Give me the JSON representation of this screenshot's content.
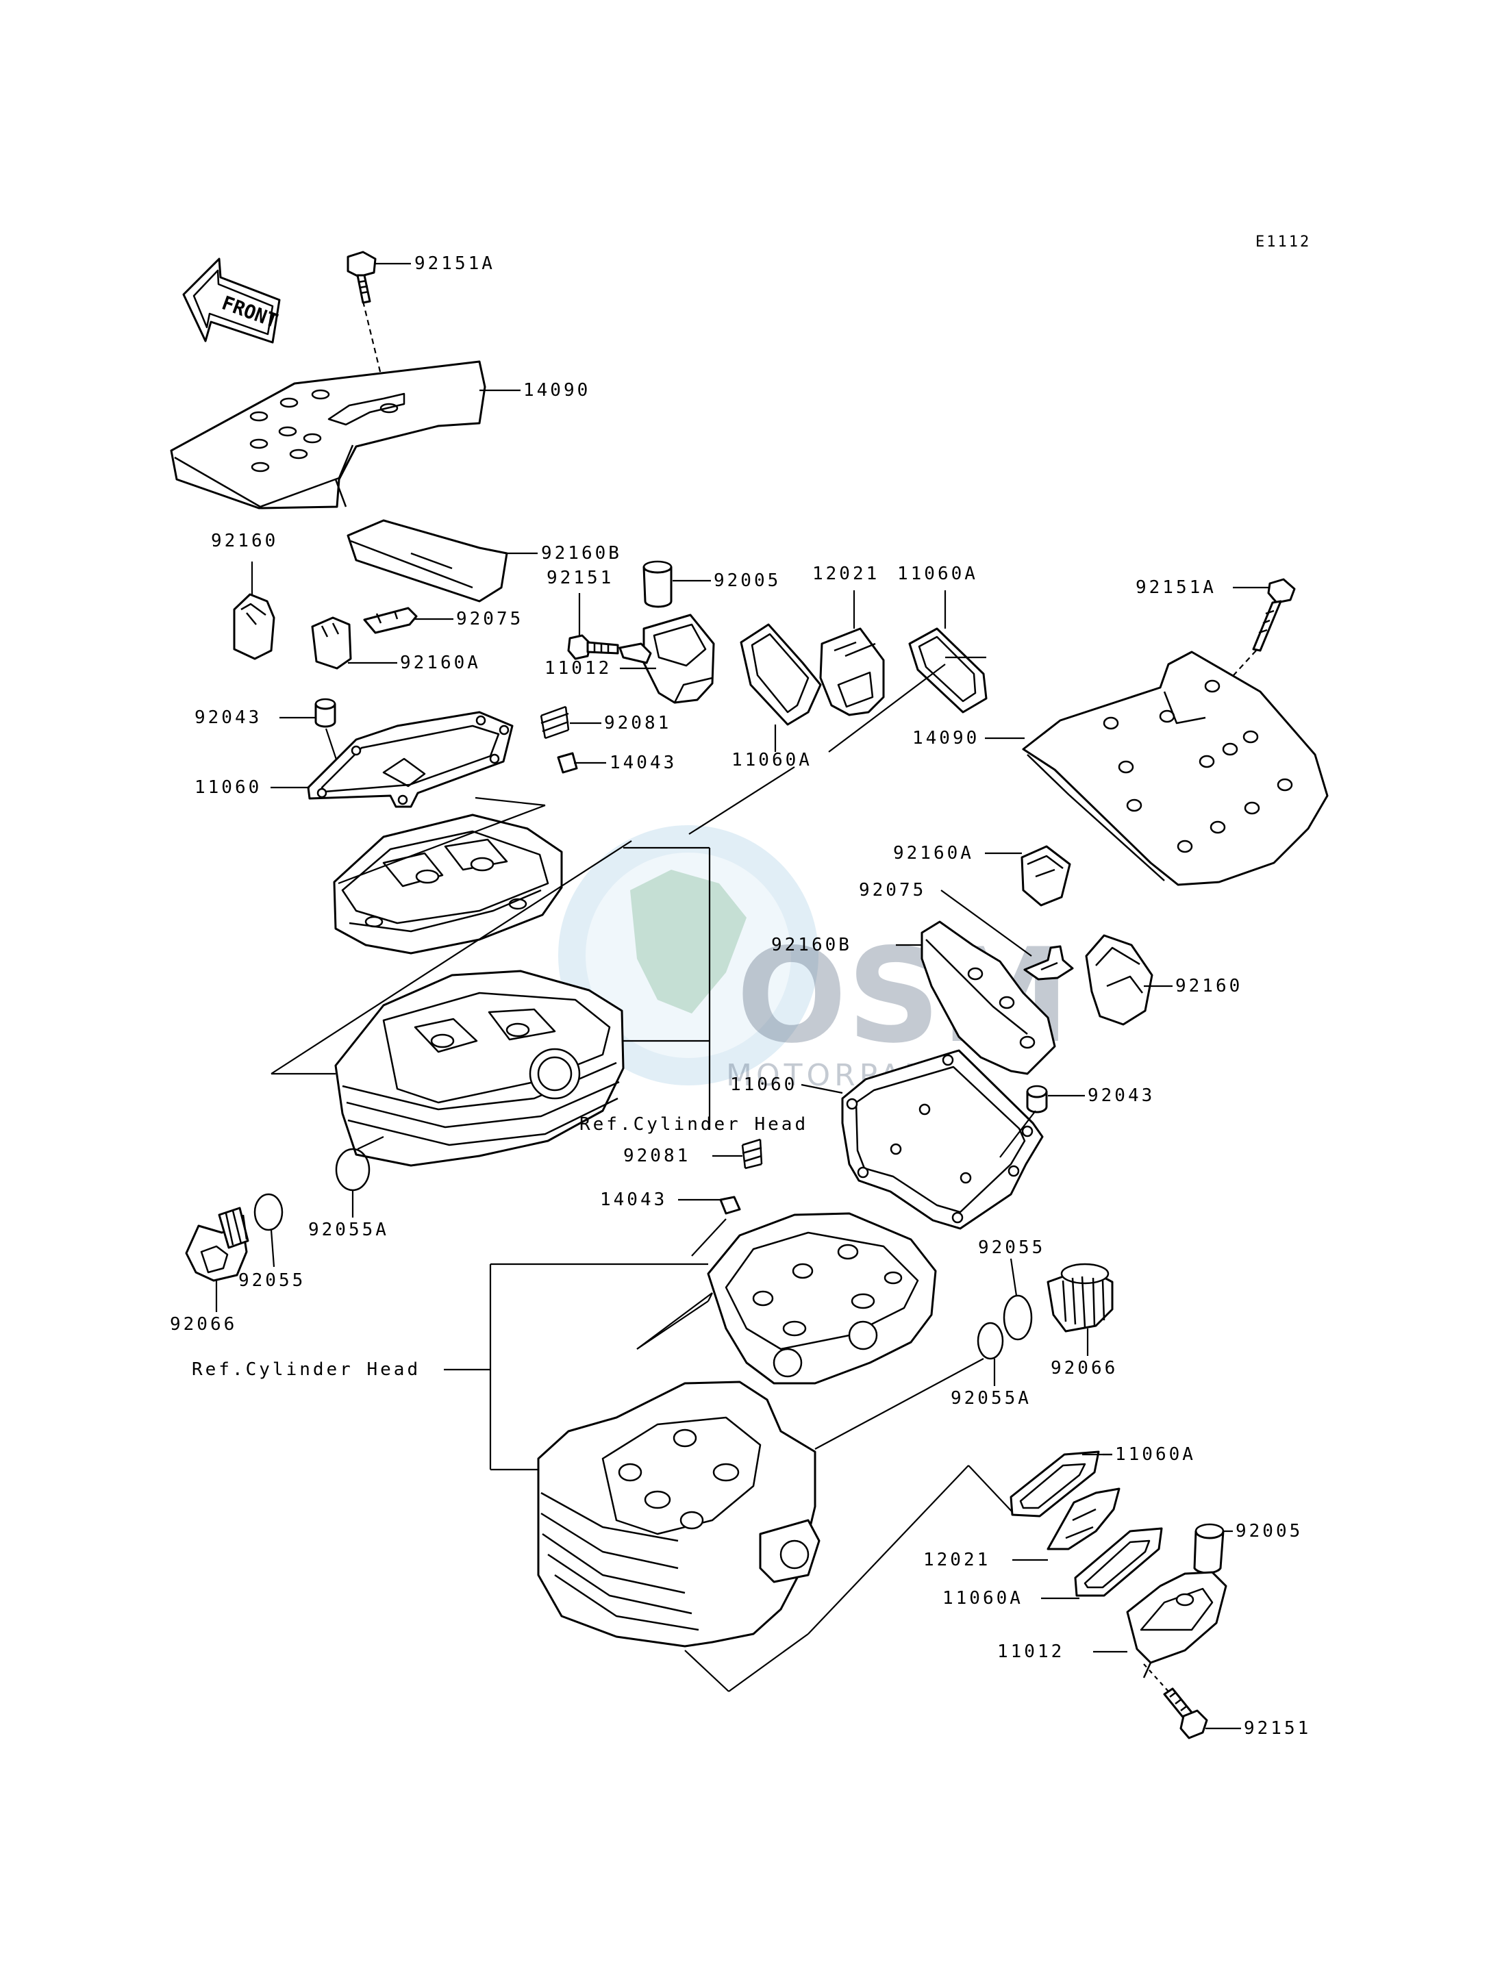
{
  "diagram_code": "E1112",
  "front_marker": "FRONT",
  "watermark": {
    "brand": "OSM",
    "sub": "MOTORPARTS"
  },
  "labels": {
    "l_92151A_top": "92151A",
    "l_14090_top": "14090",
    "l_92160_left": "92160",
    "l_92160B_top": "92160B",
    "l_92075_top": "92075",
    "l_92160A_top": "92160A",
    "l_92151_top": "92151",
    "l_92005_top": "92005",
    "l_11012_top": "11012",
    "l_12021_top": "12021",
    "l_11060A_top": "11060A",
    "l_11060A_mid": "11060A",
    "l_92151A_right": "92151A",
    "l_14090_right": "14090",
    "l_92043_left": "92043",
    "l_92081_top": "92081",
    "l_14043_top": "14043",
    "l_11060_left": "11060",
    "l_92160A_right": "92160A",
    "l_92075_right": "92075",
    "l_92160B_right": "92160B",
    "l_92160_right": "92160",
    "l_11060_right": "11060",
    "l_92043_right": "92043",
    "l_refhead_top": "Ref.Cylinder Head",
    "l_92081_mid": "92081",
    "l_14043_mid": "14043",
    "l_92055A_left": "92055A",
    "l_92055_left": "92055",
    "l_92066_left": "92066",
    "l_refhead_left": "Ref.Cylinder Head",
    "l_92055_right": "92055",
    "l_92066_right": "92066",
    "l_92055A_right": "92055A",
    "l_11060A_low1": "11060A",
    "l_12021_low": "12021",
    "l_11060A_low2": "11060A",
    "l_92005_low": "92005",
    "l_11012_low": "11012",
    "l_92151_low": "92151"
  }
}
